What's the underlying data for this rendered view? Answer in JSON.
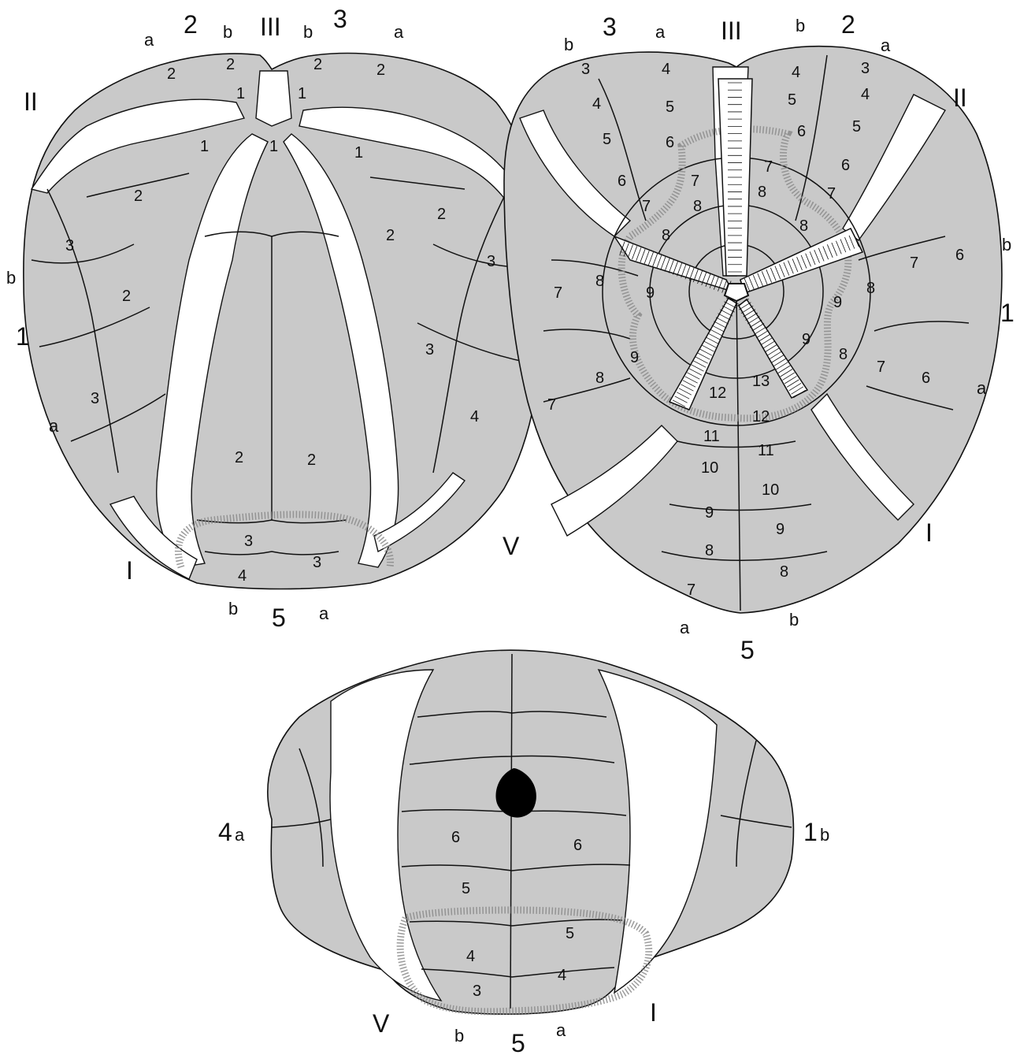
{
  "views": {
    "apical": {
      "ambulacra": [
        "II",
        "III"
      ],
      "interambulacra": [
        "1",
        "2",
        "3",
        "5"
      ],
      "columns": [
        "a",
        "b"
      ],
      "plates": [
        "1",
        "2",
        "3",
        "4"
      ],
      "bottom_left": "I",
      "right": "V"
    },
    "oral": {
      "ambulacra": [
        "III",
        "II",
        "I"
      ],
      "interambulacra": [
        "3",
        "2",
        "1",
        "5"
      ],
      "columns": [
        "a",
        "b"
      ],
      "plates": [
        "3",
        "4",
        "5",
        "6",
        "7",
        "8",
        "9",
        "10",
        "11",
        "12",
        "13"
      ]
    },
    "posterior": {
      "left_label": "4",
      "left_col": "a",
      "right_label": "1",
      "right_col": "b",
      "bottom_left": "V",
      "bottom_right": "I",
      "bottom_center": "5",
      "plates": [
        "3",
        "4",
        "5",
        "6"
      ]
    }
  },
  "colors": {
    "interambulacral_plate": "#c9c9c9",
    "ambulacral_plate": "#ffffff",
    "outline": "#111111",
    "stipple": "#8a8a8a",
    "periproct": "#000000"
  }
}
